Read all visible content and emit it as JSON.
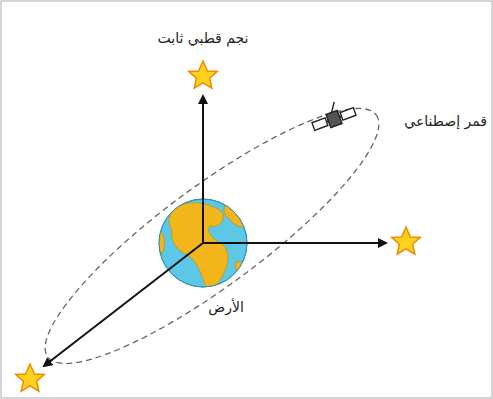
{
  "diagram": {
    "labels": [
      "نجم قطبي ثابت",
      "قمر إصطناعي",
      "الأرض"
    ]
  }
}
